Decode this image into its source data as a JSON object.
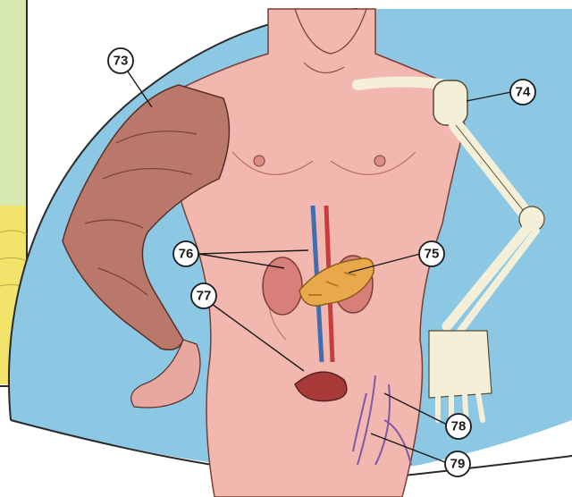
{
  "callouts": [
    {
      "id": "c73",
      "label": "73"
    },
    {
      "id": "c74",
      "label": "74"
    },
    {
      "id": "c75",
      "label": "75"
    },
    {
      "id": "c76",
      "label": "76"
    },
    {
      "id": "c77",
      "label": "77"
    },
    {
      "id": "c78",
      "label": "78"
    },
    {
      "id": "c79",
      "label": "79"
    }
  ],
  "colors": {
    "page_background": "#ffffff",
    "left_panel_green": "#d7e9b0",
    "left_panel_yellow": "#f2e46a",
    "halo_blue": "#8cc8e4",
    "skin": "#f2b8b0",
    "muscle": "#b9786a",
    "bone": "#f3efd8",
    "kidney": "#d77f78",
    "pancreas": "#e8a94a",
    "bladder": "#a83a3a",
    "vein": "#7d5aa8",
    "outline": "#3a1f1f"
  }
}
